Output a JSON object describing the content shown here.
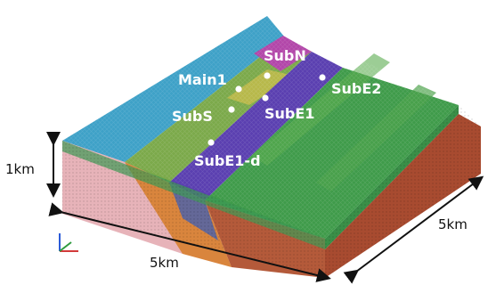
{
  "diagram": {
    "points": [
      {
        "id": "main1",
        "label": "Main1"
      },
      {
        "id": "subn",
        "label": "SubN"
      },
      {
        "id": "sube2",
        "label": "SubE2"
      },
      {
        "id": "subs",
        "label": "SubS"
      },
      {
        "id": "sube1",
        "label": "SubE1"
      },
      {
        "id": "sube1d",
        "label": "SubE1-d"
      }
    ],
    "dimensions": {
      "height": "1km",
      "width_front": "5km",
      "width_side": "5km"
    },
    "colors": {
      "left_block": "#3ea1c7",
      "mid_band": "#7ba94a",
      "fault_band": "#5a3fb0",
      "right_block": "#3f9b4a",
      "front_pink": "#e7b3b9",
      "front_orange": "#d9853d",
      "front_red": "#b45a3a",
      "side_red": "#a84b30",
      "top_magenta": "#b246a9"
    }
  }
}
